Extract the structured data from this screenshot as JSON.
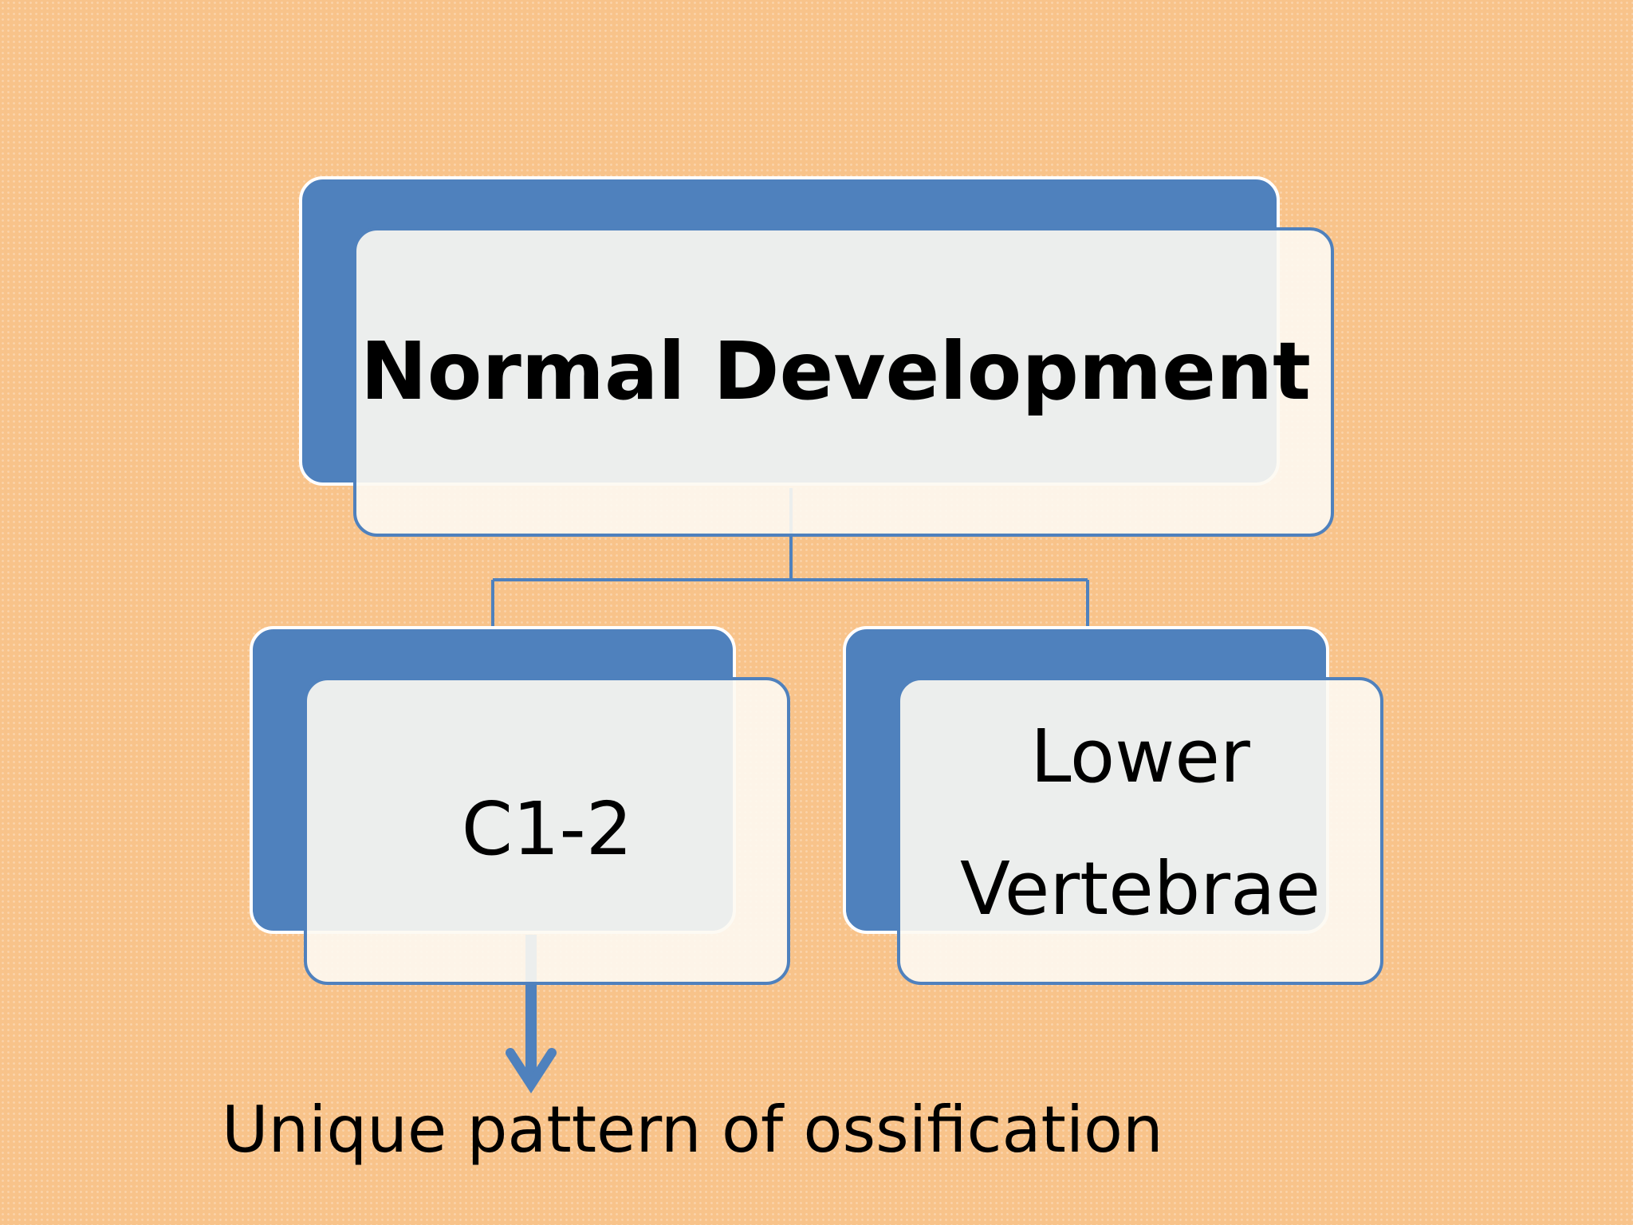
{
  "diagram": {
    "root": {
      "label": "Normal Development"
    },
    "children": [
      {
        "label": "C1-2"
      },
      {
        "label": "Lower Vertebrae"
      }
    ],
    "note": {
      "label": "Unique pattern of ossification"
    }
  },
  "colors": {
    "background": "#f8c38a",
    "box_back": "#4f81bd",
    "box_front": "#fdfaf2",
    "connector": "#4f81bd",
    "text": "#000000"
  }
}
